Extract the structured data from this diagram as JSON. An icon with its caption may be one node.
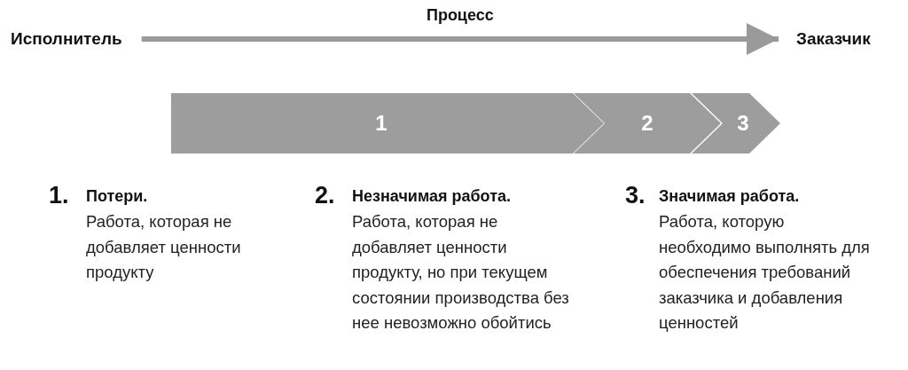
{
  "diagram": {
    "nodes": [
      {
        "text": [
          "Исполнитель"
        ]
      },
      {
        "text": [
          "Заказчик"
        ]
      },
      {
        "text": [
          "1"
        ]
      },
      {
        "text": [
          "2"
        ]
      },
      {
        "text": [
          "3"
        ]
      }
    ],
    "edges": [
      {
        "from": 0,
        "to": 1,
        "arrow": "to",
        "label": "Процесс"
      }
    ],
    "labels": [
      "1.",
      "Потери.",
      "Работа, которая не добавляет ценности продукту",
      "2.",
      "Незначимая работа.",
      "Работа, которая не добавляет ценности продукту, но при текущем состоянии производства без нее невозможно обойтись",
      "3.",
      "Значимая работа.",
      "Работа, которую необходимо выполнять для обеспечения требований заказчика и добавления ценностей"
    ]
  }
}
